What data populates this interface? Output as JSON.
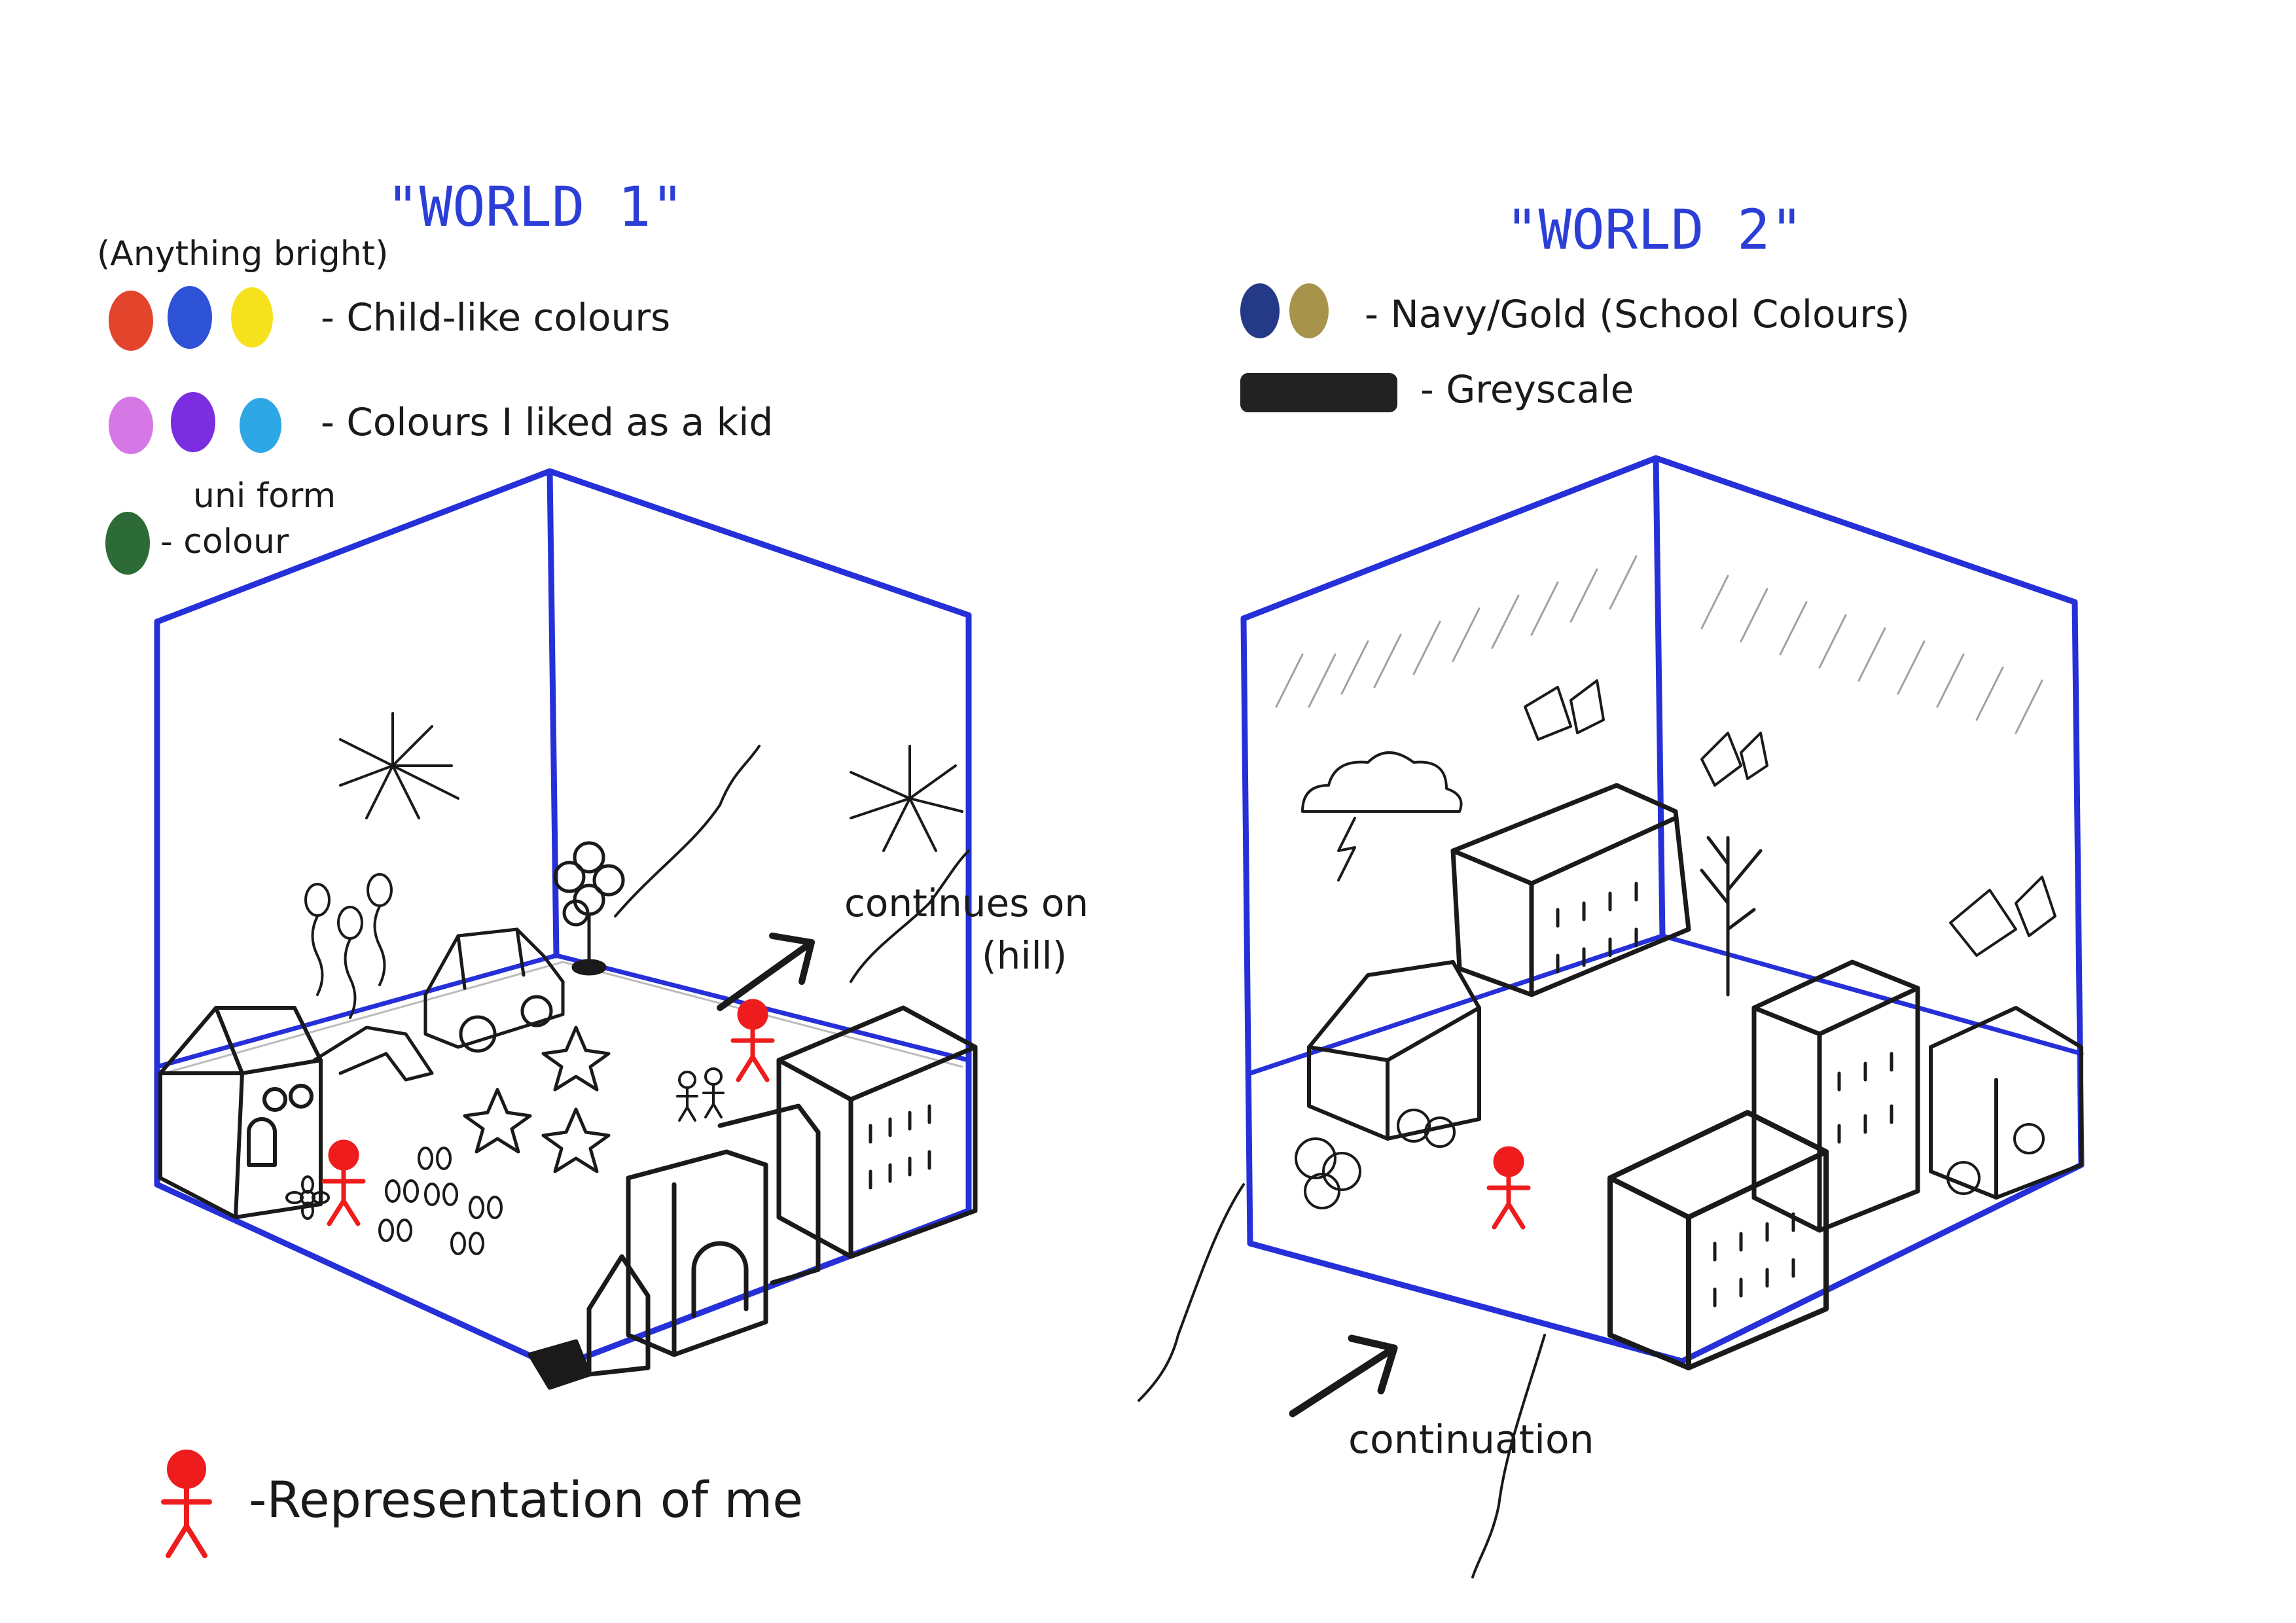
{
  "world1": {
    "title": "\"WORLD 1\"",
    "note_bright": "(Anything bright)",
    "legend": [
      {
        "label": "- Child-like colours",
        "swatches": [
          "#e2452c",
          "#2d52d6",
          "#f5e21c"
        ]
      },
      {
        "label": "- Colours I liked as a kid",
        "swatches": [
          "#d677e6",
          "#7a2ee0",
          "#2ea7e6"
        ]
      }
    ],
    "uniform_line1": "uni form",
    "uniform_line2": "- colour",
    "uniform_swatch": "#2c6b36",
    "continues_line1": "continues on",
    "continues_line2": "(hill)"
  },
  "world2": {
    "title": "\"WORLD 2\"",
    "legend": [
      {
        "label": "- Navy/Gold (School Colours)",
        "swatches": [
          "#243a86",
          "#a8934a"
        ]
      },
      {
        "label": "- Greyscale",
        "swatches": [
          "#222222"
        ]
      }
    ],
    "continuation_label": "continuation"
  },
  "key": {
    "label": "-Representation of me",
    "color": "#ee1c1c"
  },
  "colors": {
    "cube_outline": "#2630d8",
    "ink": "#1a1a1a",
    "me_figure": "#ee1c1c"
  }
}
